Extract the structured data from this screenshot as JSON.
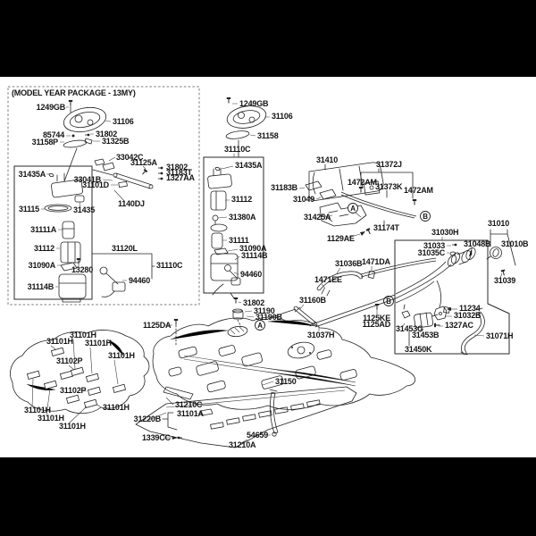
{
  "note": "(MODEL YEAR PACKAGE - 13MY)",
  "markers": {
    "a": "A",
    "b": "B"
  },
  "callouts": {
    "model_box": [
      "1249GB",
      "31106",
      "85744",
      "31802",
      "31158P",
      "31325B",
      "33042C",
      "31125A",
      "31802",
      "31183T",
      "1327AA",
      "33041B",
      "31101D",
      "31435A",
      "31115",
      "31435",
      "1140DJ",
      "31111A",
      "31112",
      "31090A",
      "13280",
      "31114B",
      "31120L",
      "31110C",
      "94460"
    ],
    "pump": [
      "1249GB",
      "31106",
      "31158",
      "31110C",
      "31435A",
      "31112",
      "31380A",
      "31111",
      "31090A",
      "31114B",
      "94460"
    ],
    "canister": [
      "31410",
      "31372J",
      "1472AM",
      "31373K",
      "1472AM",
      "31183B",
      "31049",
      "31425A",
      "31174T",
      "1129AE"
    ],
    "filler": [
      "31030H",
      "31033",
      "31035C",
      "31048B",
      "31010",
      "31010B",
      "31039",
      "11234",
      "31032B",
      "1327AC",
      "31071H",
      "31453G",
      "31453B",
      "31450K",
      "1125KE",
      "1125AD"
    ],
    "lines": [
      "31036B",
      "1471DA",
      "1471EE",
      "31160B",
      "31037H"
    ],
    "tank": [
      "31802",
      "31190",
      "31190B",
      "1125DA",
      "31150",
      "31210C",
      "31101A",
      "31220B",
      "1339CC",
      "54659",
      "31210A"
    ],
    "pad": [
      "31101H",
      "31101H",
      "31101H",
      "31101H",
      "31102P",
      "31102P",
      "31101H",
      "31101H",
      "31101H",
      "31101H"
    ]
  }
}
